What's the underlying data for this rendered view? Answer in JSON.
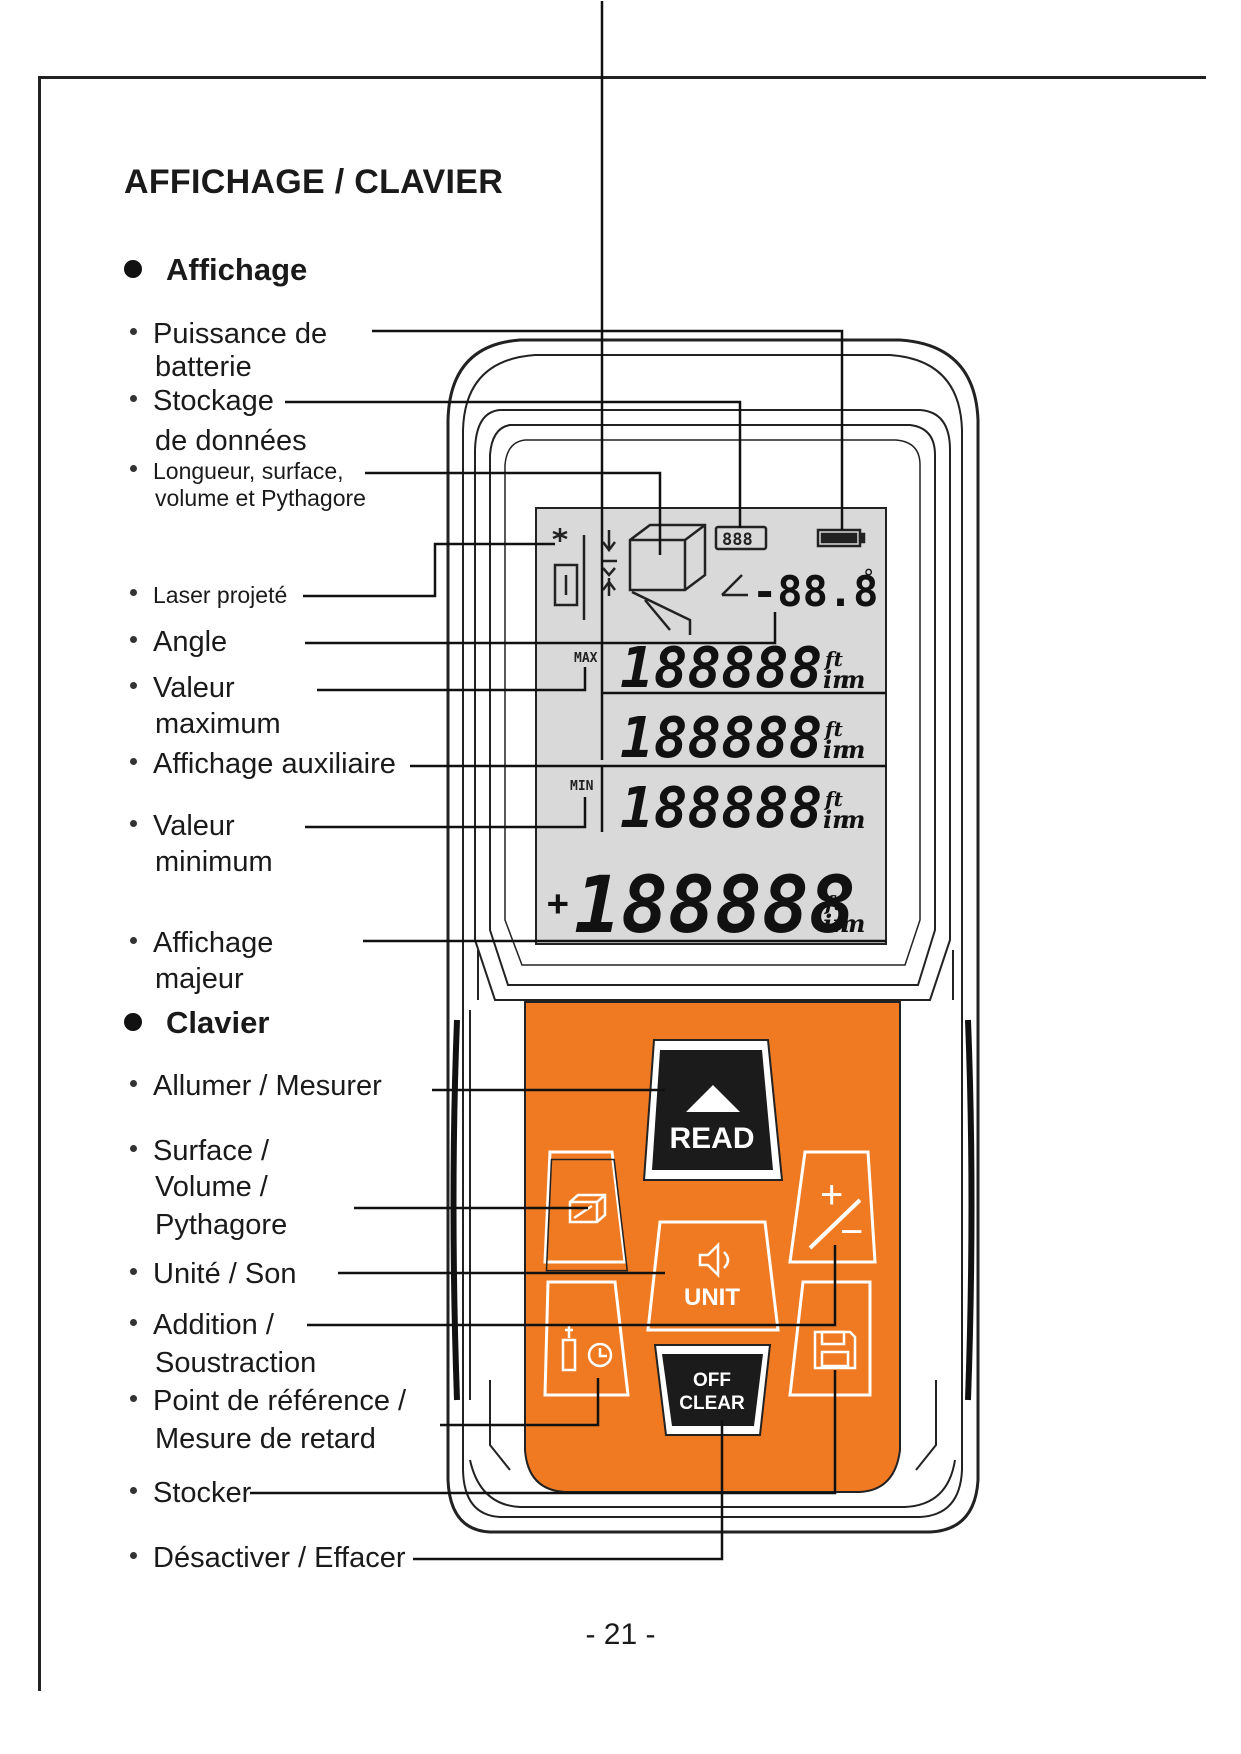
{
  "heading": "AFFICHAGE / CLAVIER",
  "sections": {
    "display": "Affichage",
    "keypad": "Clavier"
  },
  "display_items": [
    {
      "line1": "Puissance de",
      "line2": "batterie"
    },
    {
      "line1": "Stockage",
      "line2": "de données"
    },
    {
      "line1": "Longueur, surface,",
      "line2": "volume et Pythagore"
    },
    {
      "line1": "Laser projeté"
    },
    {
      "line1": "Angle"
    },
    {
      "line1": "Valeur",
      "line2": "maximum"
    },
    {
      "line1": "Affichage auxiliaire"
    },
    {
      "line1": "Valeur",
      "line2": "minimum"
    },
    {
      "line1": "Affichage",
      "line2": "majeur"
    }
  ],
  "keypad_items": [
    {
      "line1": "Allumer / Mesurer"
    },
    {
      "line1": "Surface /",
      "line2": "Volume /",
      "line3": "Pythagore"
    },
    {
      "line1": "Unité / Son"
    },
    {
      "line1": "Addition /",
      "line2": "Soustraction"
    },
    {
      "line1": "Point de référence /",
      "line2": "Mesure de retard"
    },
    {
      "line1": "Stocker"
    },
    {
      "line1": "Désactiver / Effacer"
    }
  ],
  "lcd": {
    "memory": "888",
    "angle": "-88.8",
    "degree": "°",
    "max_label": "MAX",
    "min_label": "MIN",
    "row1": "188888",
    "row2": "188888",
    "row3": "188888",
    "main": "188888",
    "unit_ft": "ft",
    "unit_in": "in",
    "unit_m": "m",
    "sign": "+"
  },
  "keys": {
    "read": "READ",
    "unit": "UNIT",
    "off": "OFF",
    "clear": "CLEAR",
    "plus": "+",
    "minus": "−"
  },
  "page_number": "- 21 -",
  "colors": {
    "keypad_bg": "#f07a22",
    "key_dark": "#1b1b1b",
    "lcd_bg": "#d9d9d9"
  }
}
